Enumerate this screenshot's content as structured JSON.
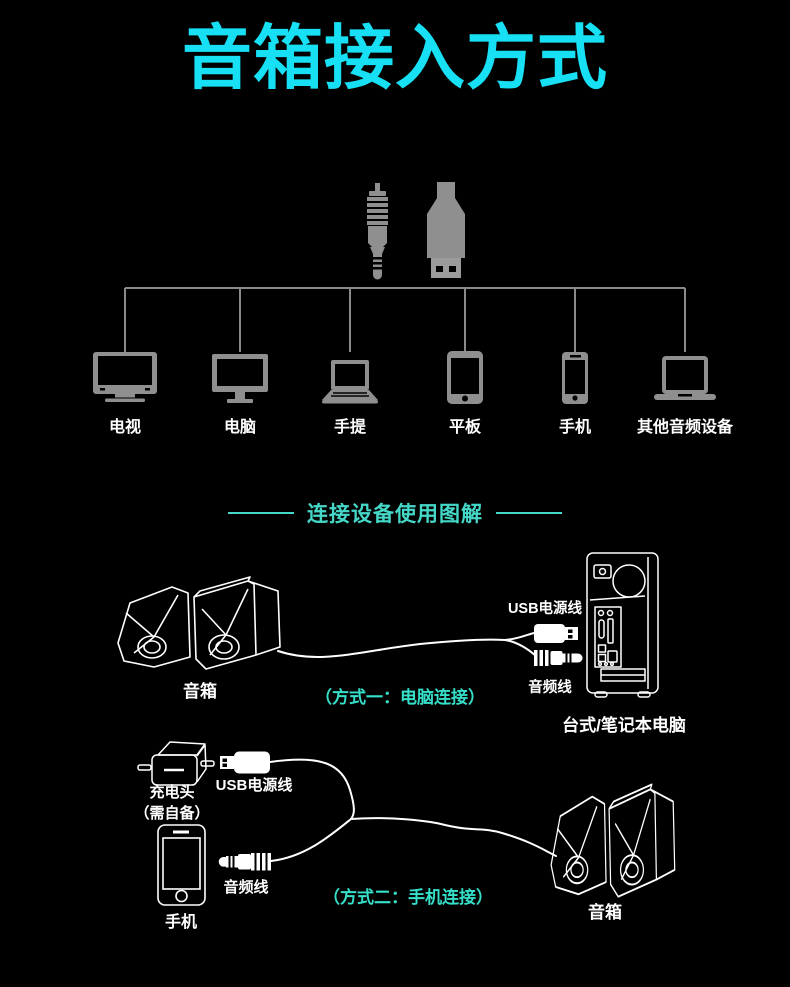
{
  "colors": {
    "title": "#18E0F4",
    "section": "#45D8C8",
    "caption": "#35DFC9",
    "icon_gray": "#8F8F8F",
    "line_gray": "#8A8A8A",
    "label_white": "#FFFFFF",
    "background": "#000000"
  },
  "title": {
    "text": "音箱接入方式"
  },
  "top_connectors": {
    "audio_jack_icon": "3.5mm-audio-jack-plug",
    "usb_icon": "usb-plug"
  },
  "devices": {
    "items": [
      {
        "label": "电视",
        "icon": "tv-icon"
      },
      {
        "label": "电脑",
        "icon": "monitor-icon"
      },
      {
        "label": "手提",
        "icon": "laptop-icon"
      },
      {
        "label": "平板",
        "icon": "tablet-icon"
      },
      {
        "label": "手机",
        "icon": "smartphone-icon"
      },
      {
        "label": "其他音频设备",
        "icon": "other-audio-device-icon"
      }
    ]
  },
  "section_header": {
    "text": "连接设备使用图解"
  },
  "method1": {
    "speaker_label": "音箱",
    "usb_cable_label": "USB电源线",
    "audio_cable_label": "音频线",
    "computer_label": "台式/笔记本电脑",
    "caption": "（方式一：电脑连接）"
  },
  "method2": {
    "charger_label": "充电头",
    "charger_note": "（需自备）",
    "usb_cable_label": "USB电源线",
    "audio_cable_label": "音频线",
    "phone_label": "手机",
    "speaker_label": "音箱",
    "caption": "（方式二：手机连接）"
  }
}
